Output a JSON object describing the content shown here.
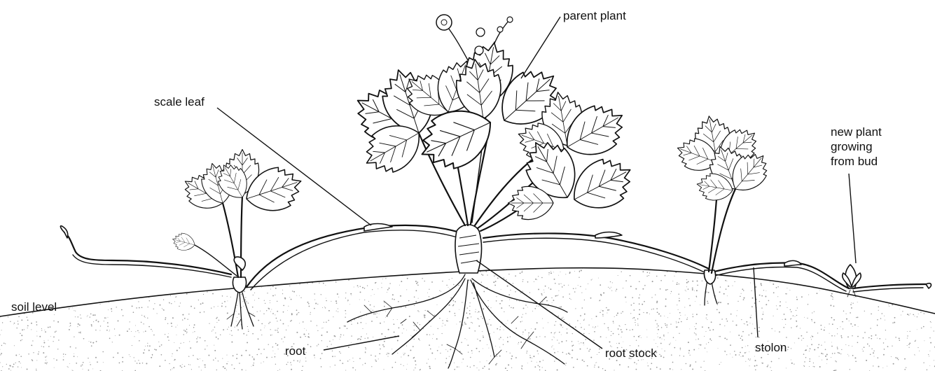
{
  "labels": {
    "parent_plant": "parent plant",
    "scale_leaf": "scale leaf",
    "new_plant": [
      "new plant",
      "growing",
      "from bud"
    ],
    "soil_level": "soil level",
    "root": "root",
    "root_stock": "root stock",
    "stolon": "stolon"
  },
  "colors": {
    "ink": "#111111",
    "soil_stipple": "#9a9a9a",
    "background": "#ffffff"
  }
}
